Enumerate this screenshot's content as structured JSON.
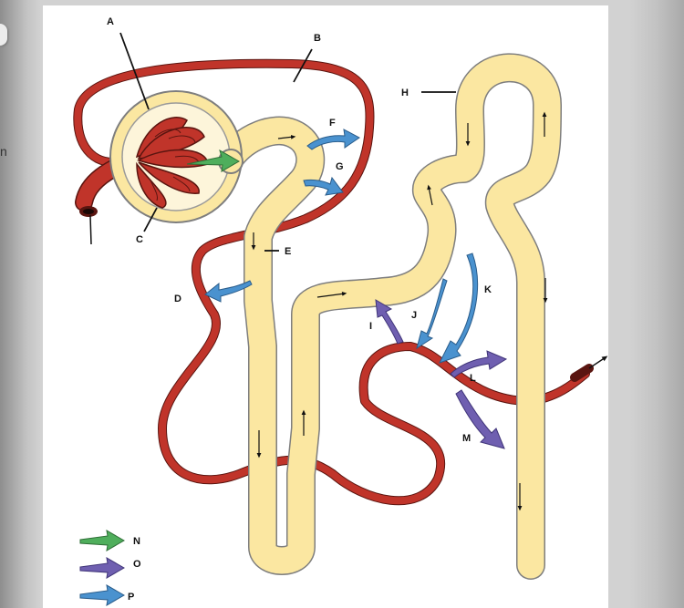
{
  "labels": {
    "A": "A",
    "B": "B",
    "C": "C",
    "D": "D",
    "E": "E",
    "F": "F",
    "G": "G",
    "H": "H",
    "I": "I",
    "J": "J",
    "K": "K",
    "L": "L",
    "M": "M",
    "N": "N",
    "O": "O",
    "P": "P"
  },
  "side_glyph": "n",
  "colors": {
    "tubule": "#fbe7a1",
    "blood_vessel": "#c0342a",
    "arrow_green": "#4fae5c",
    "arrow_purple": "#6f5fb0",
    "arrow_blue": "#4a92cf"
  },
  "legend": [
    {
      "label": "N",
      "color": "green"
    },
    {
      "label": "O",
      "color": "purple"
    },
    {
      "label": "P",
      "color": "blue"
    }
  ]
}
